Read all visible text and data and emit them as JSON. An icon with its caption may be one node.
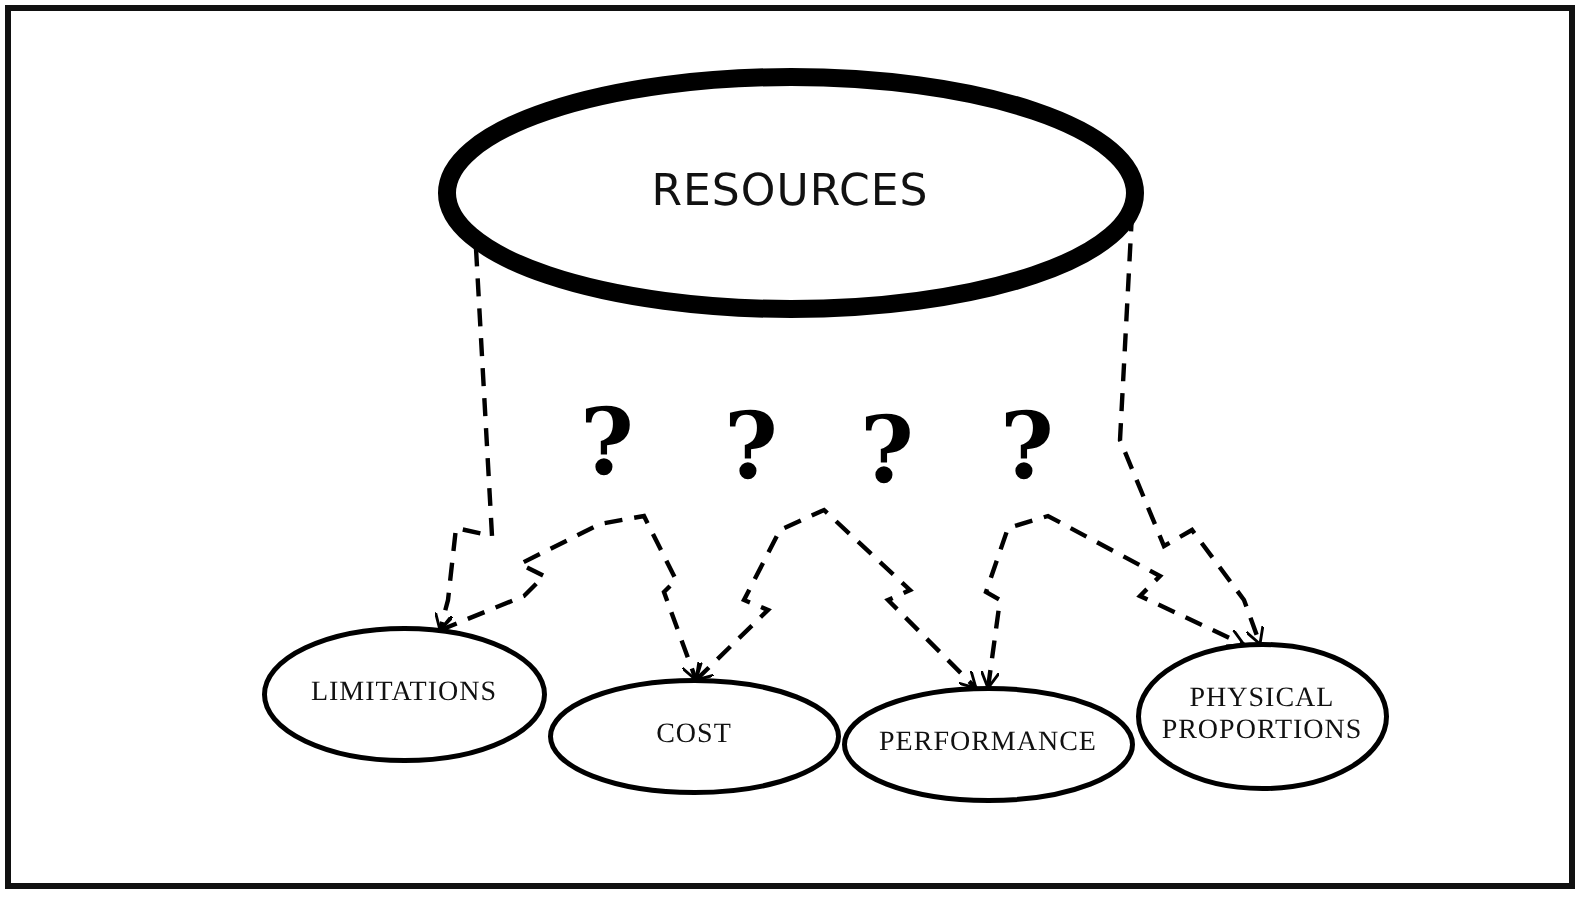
{
  "diagram": {
    "nodes": [
      {
        "text": [
          "RESOURCES"
        ]
      },
      {
        "text": [
          "LIMITATIONS"
        ]
      },
      {
        "text": [
          "COST"
        ]
      },
      {
        "text": [
          "PERFORMANCE"
        ]
      },
      {
        "text": [
          "PHYSICAL PROPORTIONS"
        ]
      }
    ],
    "edges": [
      {
        "from": 0,
        "to": 1,
        "arrow": "to",
        "style": "dashed"
      },
      {
        "from": 1,
        "to": 2,
        "arrow": "both",
        "style": "dashed"
      },
      {
        "from": 2,
        "to": 3,
        "arrow": "both",
        "style": "dashed"
      },
      {
        "from": 3,
        "to": 4,
        "arrow": "both",
        "style": "dashed"
      },
      {
        "from": 0,
        "to": 4,
        "arrow": "to",
        "style": "dashed"
      }
    ],
    "labels": [
      "?",
      "?",
      "?",
      "?"
    ]
  }
}
